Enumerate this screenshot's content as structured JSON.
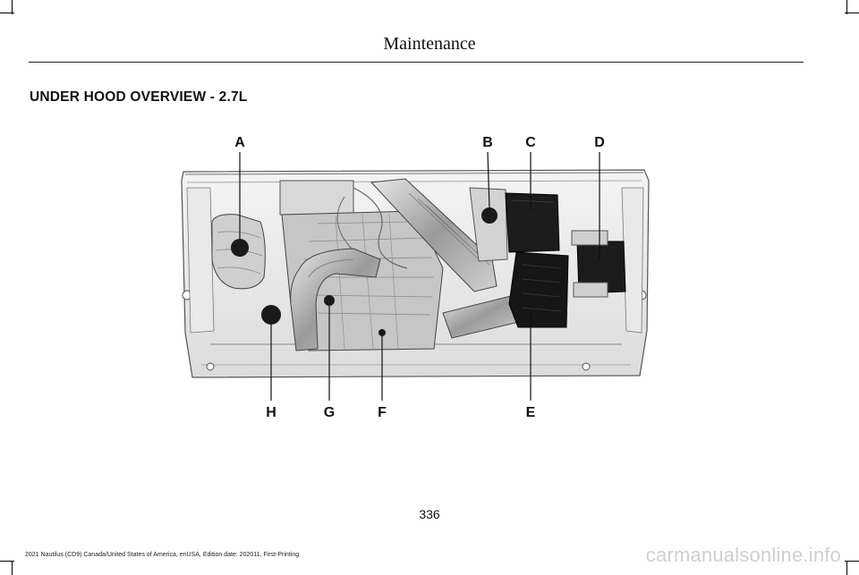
{
  "header": {
    "title": "Maintenance"
  },
  "section": {
    "title": "UNDER HOOD OVERVIEW - 2.7L"
  },
  "diagram": {
    "callouts": [
      "A",
      "B",
      "C",
      "D",
      "E",
      "F",
      "G",
      "H"
    ]
  },
  "page": {
    "number": "336"
  },
  "footer": {
    "text": "2021 Nautilus (CD9) Canada/United States of America, enUSA, Edition date: 202011, First-Printing"
  },
  "watermark": {
    "text": "carmanualsonline.info"
  }
}
